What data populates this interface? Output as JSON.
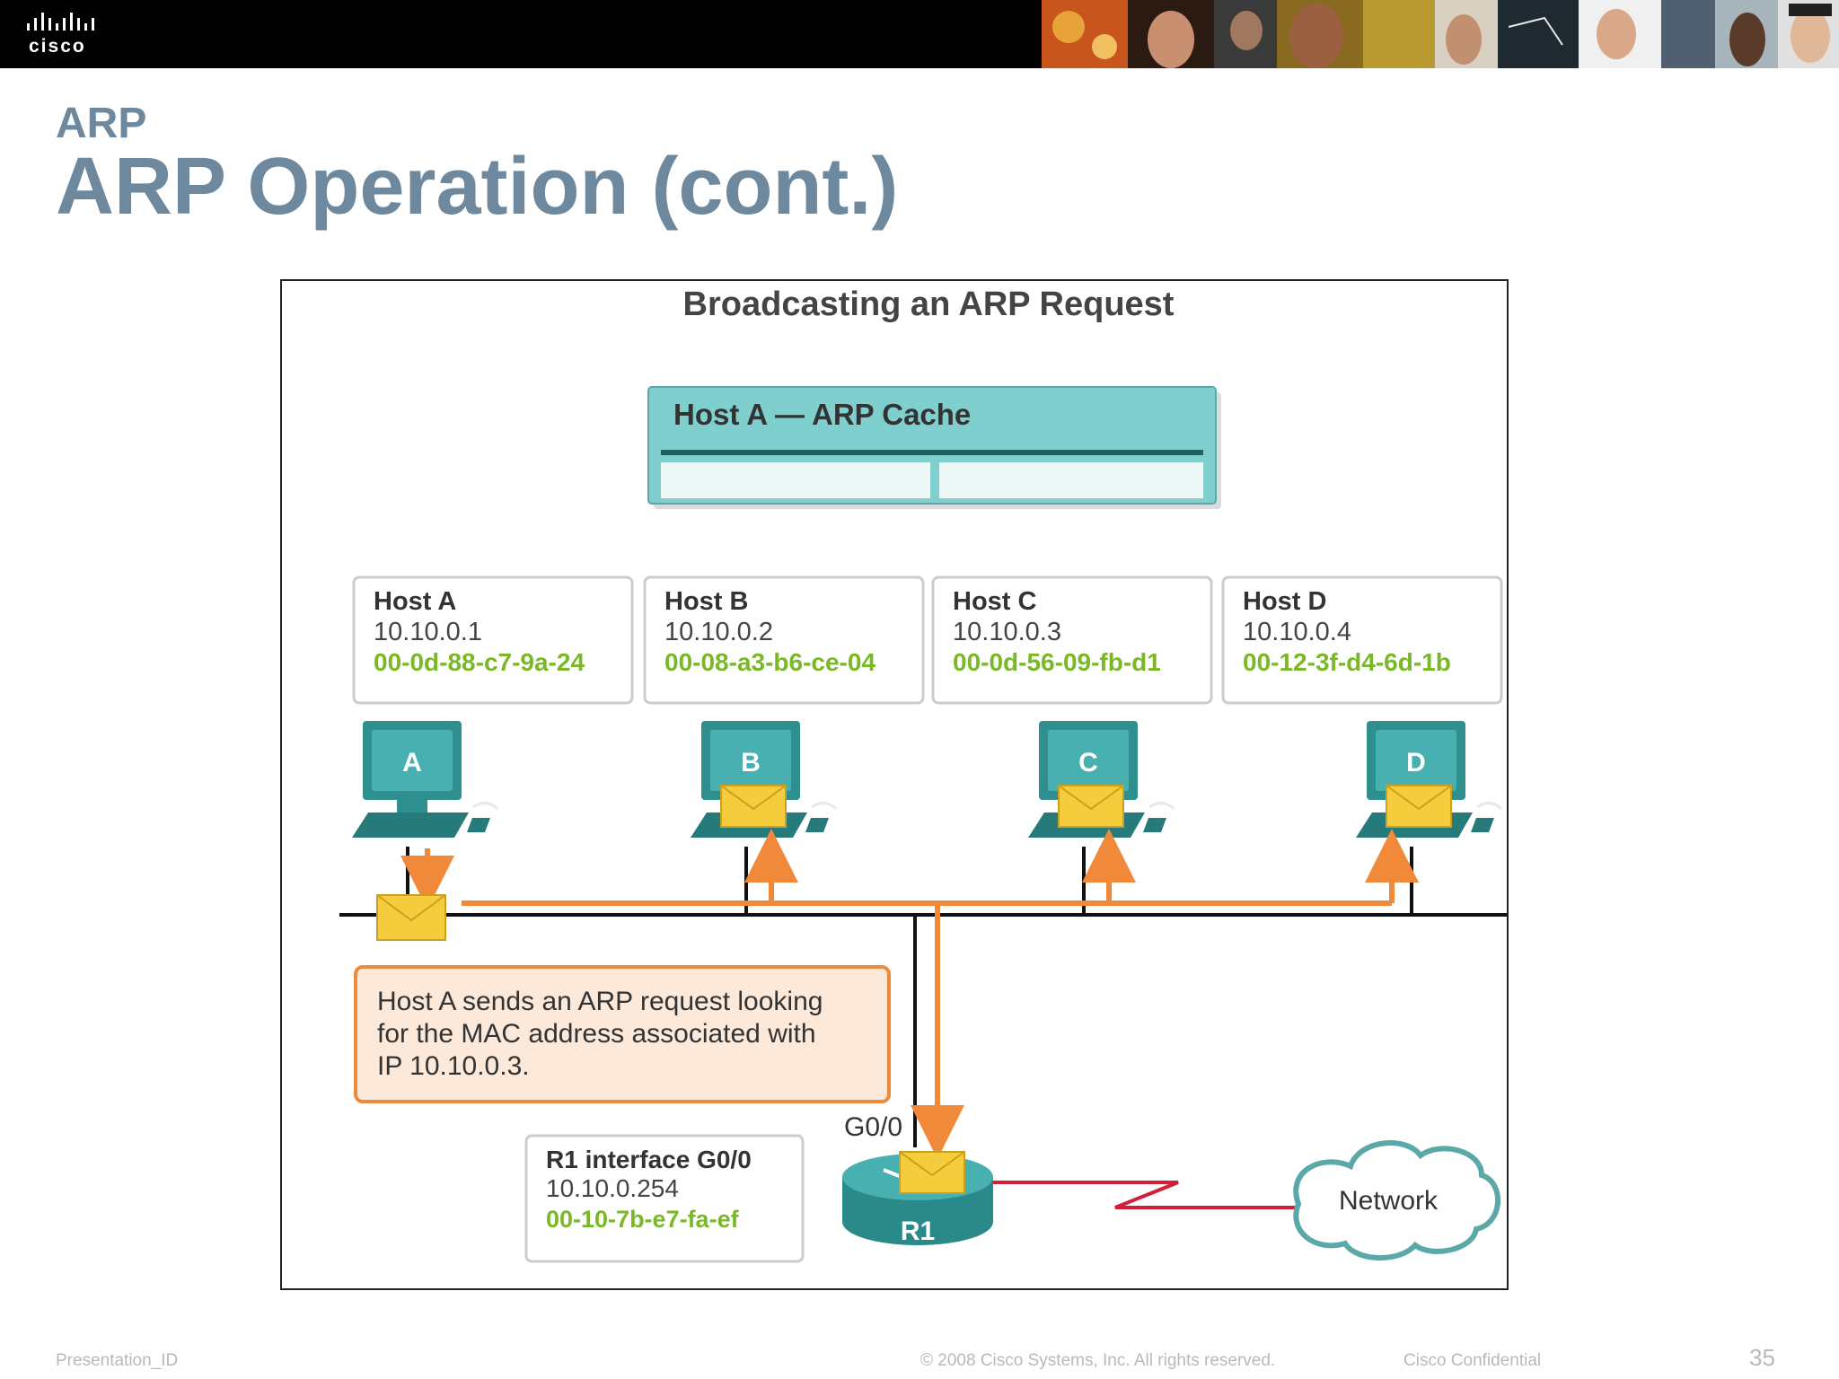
{
  "brand": {
    "logo_text": "cisco",
    "colors": {
      "bar": "#000000",
      "title": "#6e889e",
      "accent_teal": "#3aa3a3",
      "arrow_orange": "#f08a3a",
      "mac_green": "#7ab828",
      "link_red": "#d0203a"
    }
  },
  "slide": {
    "subtitle": "ARP",
    "title": "ARP Operation (cont.)"
  },
  "figure": {
    "title": "Broadcasting an ARP Request",
    "cache_title": "Host A — ARP Cache",
    "hosts": [
      {
        "label": "A",
        "name": "Host A",
        "ip": "10.10.0.1",
        "mac": "00-0d-88-c7-9a-24"
      },
      {
        "label": "B",
        "name": "Host B",
        "ip": "10.10.0.2",
        "mac": "00-08-a3-b6-ce-04"
      },
      {
        "label": "C",
        "name": "Host C",
        "ip": "10.10.0.3",
        "mac": "00-0d-56-09-fb-d1"
      },
      {
        "label": "D",
        "name": "Host D",
        "ip": "10.10.0.4",
        "mac": "00-12-3f-d4-6d-1b"
      }
    ],
    "callout": {
      "line1": "Host A sends an ARP request looking",
      "line2": "for the MAC address associated with",
      "line3": "IP 10.10.0.3."
    },
    "router": {
      "label": "R1",
      "interface_label": "G0/0",
      "info_name": "R1 interface G0/0",
      "info_ip": "10.10.0.254",
      "info_mac": "00-10-7b-e7-fa-ef"
    },
    "network_label": "Network"
  },
  "footer": {
    "left": "Presentation_ID",
    "center": "© 2008 Cisco Systems, Inc. All rights reserved.",
    "right": "Cisco Confidential",
    "page": "35"
  }
}
